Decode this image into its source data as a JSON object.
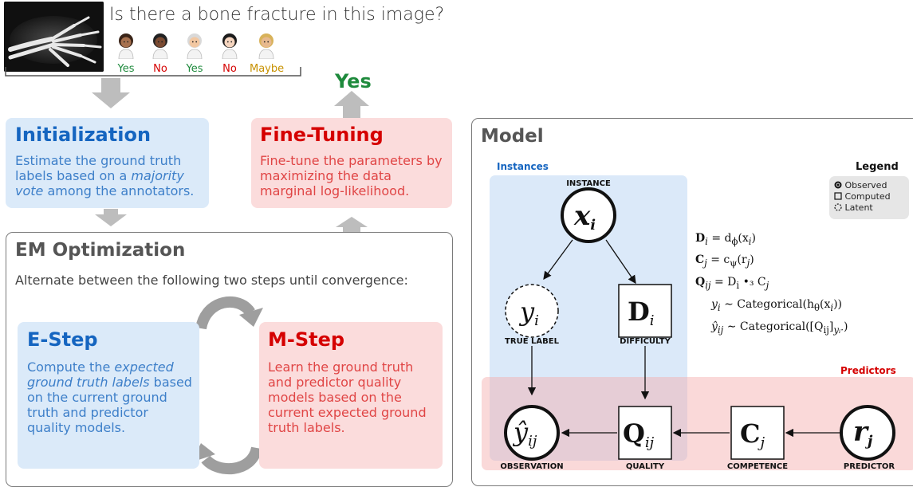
{
  "question": "Is there a bone fracture in this image?",
  "annotators": [
    {
      "answer": "Yes",
      "color": "#1e8a3c",
      "skin": "#a7714f",
      "hair": "#3a2418"
    },
    {
      "answer": "No",
      "color": "#d50000",
      "skin": "#7b4b32",
      "hair": "#222222"
    },
    {
      "answer": "Yes",
      "color": "#1e8a3c",
      "skin": "#f2c7a1",
      "hair": "#d9d9d9"
    },
    {
      "answer": "No",
      "color": "#d50000",
      "skin": "#f5d5bf",
      "hair": "#1c1c1c"
    },
    {
      "answer": "Maybe",
      "color": "#c79100",
      "skin": "#e7b98e",
      "hair": "#d8b25a"
    }
  ],
  "result": "Yes",
  "initialization": {
    "title": "Initialization",
    "text_pre": "Estimate the ground truth labels based on a ",
    "text_em": "majority vote",
    "text_post": " among the annotators."
  },
  "fine_tuning": {
    "title": "Fine-Tuning",
    "text": "Fine-tune the parameters by maximizing the data marginal log-likelihood."
  },
  "em": {
    "title": "EM Optimization",
    "subtitle": "Alternate between the following two steps until convergence:",
    "e_step": {
      "title": "E-Step",
      "text_pre": "Compute the ",
      "text_em": "expected ground truth labels",
      "text_post": " based on the current ground truth and predictor quality models."
    },
    "m_step": {
      "title": "M-Step",
      "text": "Learn the ground truth and predictor quality models based on the current expected ground truth labels."
    }
  },
  "model": {
    "title": "Model",
    "instances_label": "Instances",
    "predictors_label": "Predictors",
    "legend": {
      "title": "Legend",
      "items": [
        "Observed",
        "Computed",
        "Latent"
      ]
    },
    "nodes": {
      "instance": {
        "label": "INSTANCE",
        "symbol": "x",
        "sub": "i"
      },
      "true_label": {
        "label": "TRUE LABEL",
        "symbol": "y",
        "sub": "i"
      },
      "difficulty": {
        "label": "DIFFICULTY",
        "symbol": "D",
        "sub": "i"
      },
      "observation": {
        "label": "OBSERVATION",
        "symbol": "ŷ",
        "sub": "ij"
      },
      "quality": {
        "label": "QUALITY",
        "symbol": "Q",
        "sub": "ij"
      },
      "competence": {
        "label": "COMPETENCE",
        "symbol": "C",
        "sub": "j"
      },
      "predictor": {
        "label": "PREDICTOR",
        "symbol": "r",
        "sub": "j"
      }
    },
    "equations": [
      {
        "lhs": "D",
        "lhs_sub": "i",
        "rhs": " = d",
        "rhs_sub": "ϕ",
        "rhs_tail": "(x",
        "tail_sub": "i",
        "end": ")"
      },
      {
        "lhs": "C",
        "lhs_sub": "j",
        "rhs": " = c",
        "rhs_sub": "ψ",
        "rhs_tail": "(r",
        "tail_sub": "j",
        "end": ")"
      },
      {
        "lhs": "Q",
        "lhs_sub": "ij",
        "rhs": " = D",
        "rhs_sub": "i",
        "rhs_tail": " •₃ C",
        "tail_sub": "j",
        "end": ""
      },
      {
        "lhs": "y",
        "lhs_sub": "i",
        "rhs": " ∼ Categorical(h",
        "rhs_sub": "θ",
        "rhs_tail": "(x",
        "tail_sub": "i",
        "end": "))"
      },
      {
        "lhs": "ŷ",
        "lhs_sub": "ij",
        "rhs": " ∼ Categorical([Q",
        "rhs_sub": "ij",
        "rhs_tail": "]",
        "tail_sub": "yᵢ·",
        "end": ")"
      }
    ]
  }
}
